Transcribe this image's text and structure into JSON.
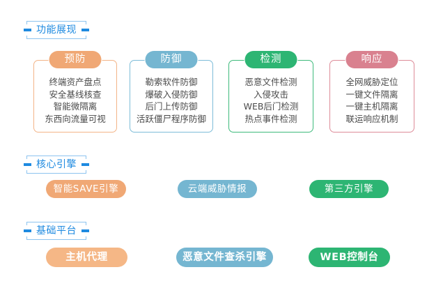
{
  "sections": [
    {
      "label": "功能展现"
    },
    {
      "label": "核心引擎"
    },
    {
      "label": "基础平台"
    }
  ],
  "colors": {
    "orange": "#f0a875",
    "blue": "#75b6d1",
    "green": "#2db573",
    "pink": "#d9818f",
    "label_blue": "#1e8ae0",
    "label_border": "#8cc3ef",
    "body_text": "#4a4a4a"
  },
  "capability_cards": [
    {
      "title": "预防",
      "color": "#f0a875",
      "border": "#f3b487",
      "items": [
        "终端资产盘点",
        "安全基线核查",
        "智能微隔离",
        "东西向流量可视"
      ]
    },
    {
      "title": "防御",
      "color": "#75b6d1",
      "border": "#7cbcd8",
      "items": [
        "勒索软件防御",
        "爆破入侵防御",
        "后门上传防御",
        "活跃僵尸程序防御"
      ]
    },
    {
      "title": "检测",
      "color": "#2db573",
      "border": "#3dba7b",
      "items": [
        "恶意文件检测",
        "入侵攻击",
        "WEB后门检测",
        "热点事件检测"
      ]
    },
    {
      "title": "响应",
      "color": "#d9818f",
      "border": "#dd8b98",
      "items": [
        "全网威胁定位",
        "一键文件隔离",
        "一键主机隔离",
        "联运响应机制"
      ]
    }
  ],
  "core_engines": [
    {
      "label": "智能SAVE引擎",
      "color": "#f0a875"
    },
    {
      "label": "云端威胁情报",
      "color": "#75b6d1"
    },
    {
      "label": "第三方引擎",
      "color": "#2db573"
    }
  ],
  "base_platform": [
    {
      "label": "主机代理",
      "color": "#f5b786"
    },
    {
      "label": "恶意文件查杀引擎",
      "color": "#75b6d1"
    },
    {
      "label": "WEB控制台",
      "color": "#2db573"
    }
  ]
}
